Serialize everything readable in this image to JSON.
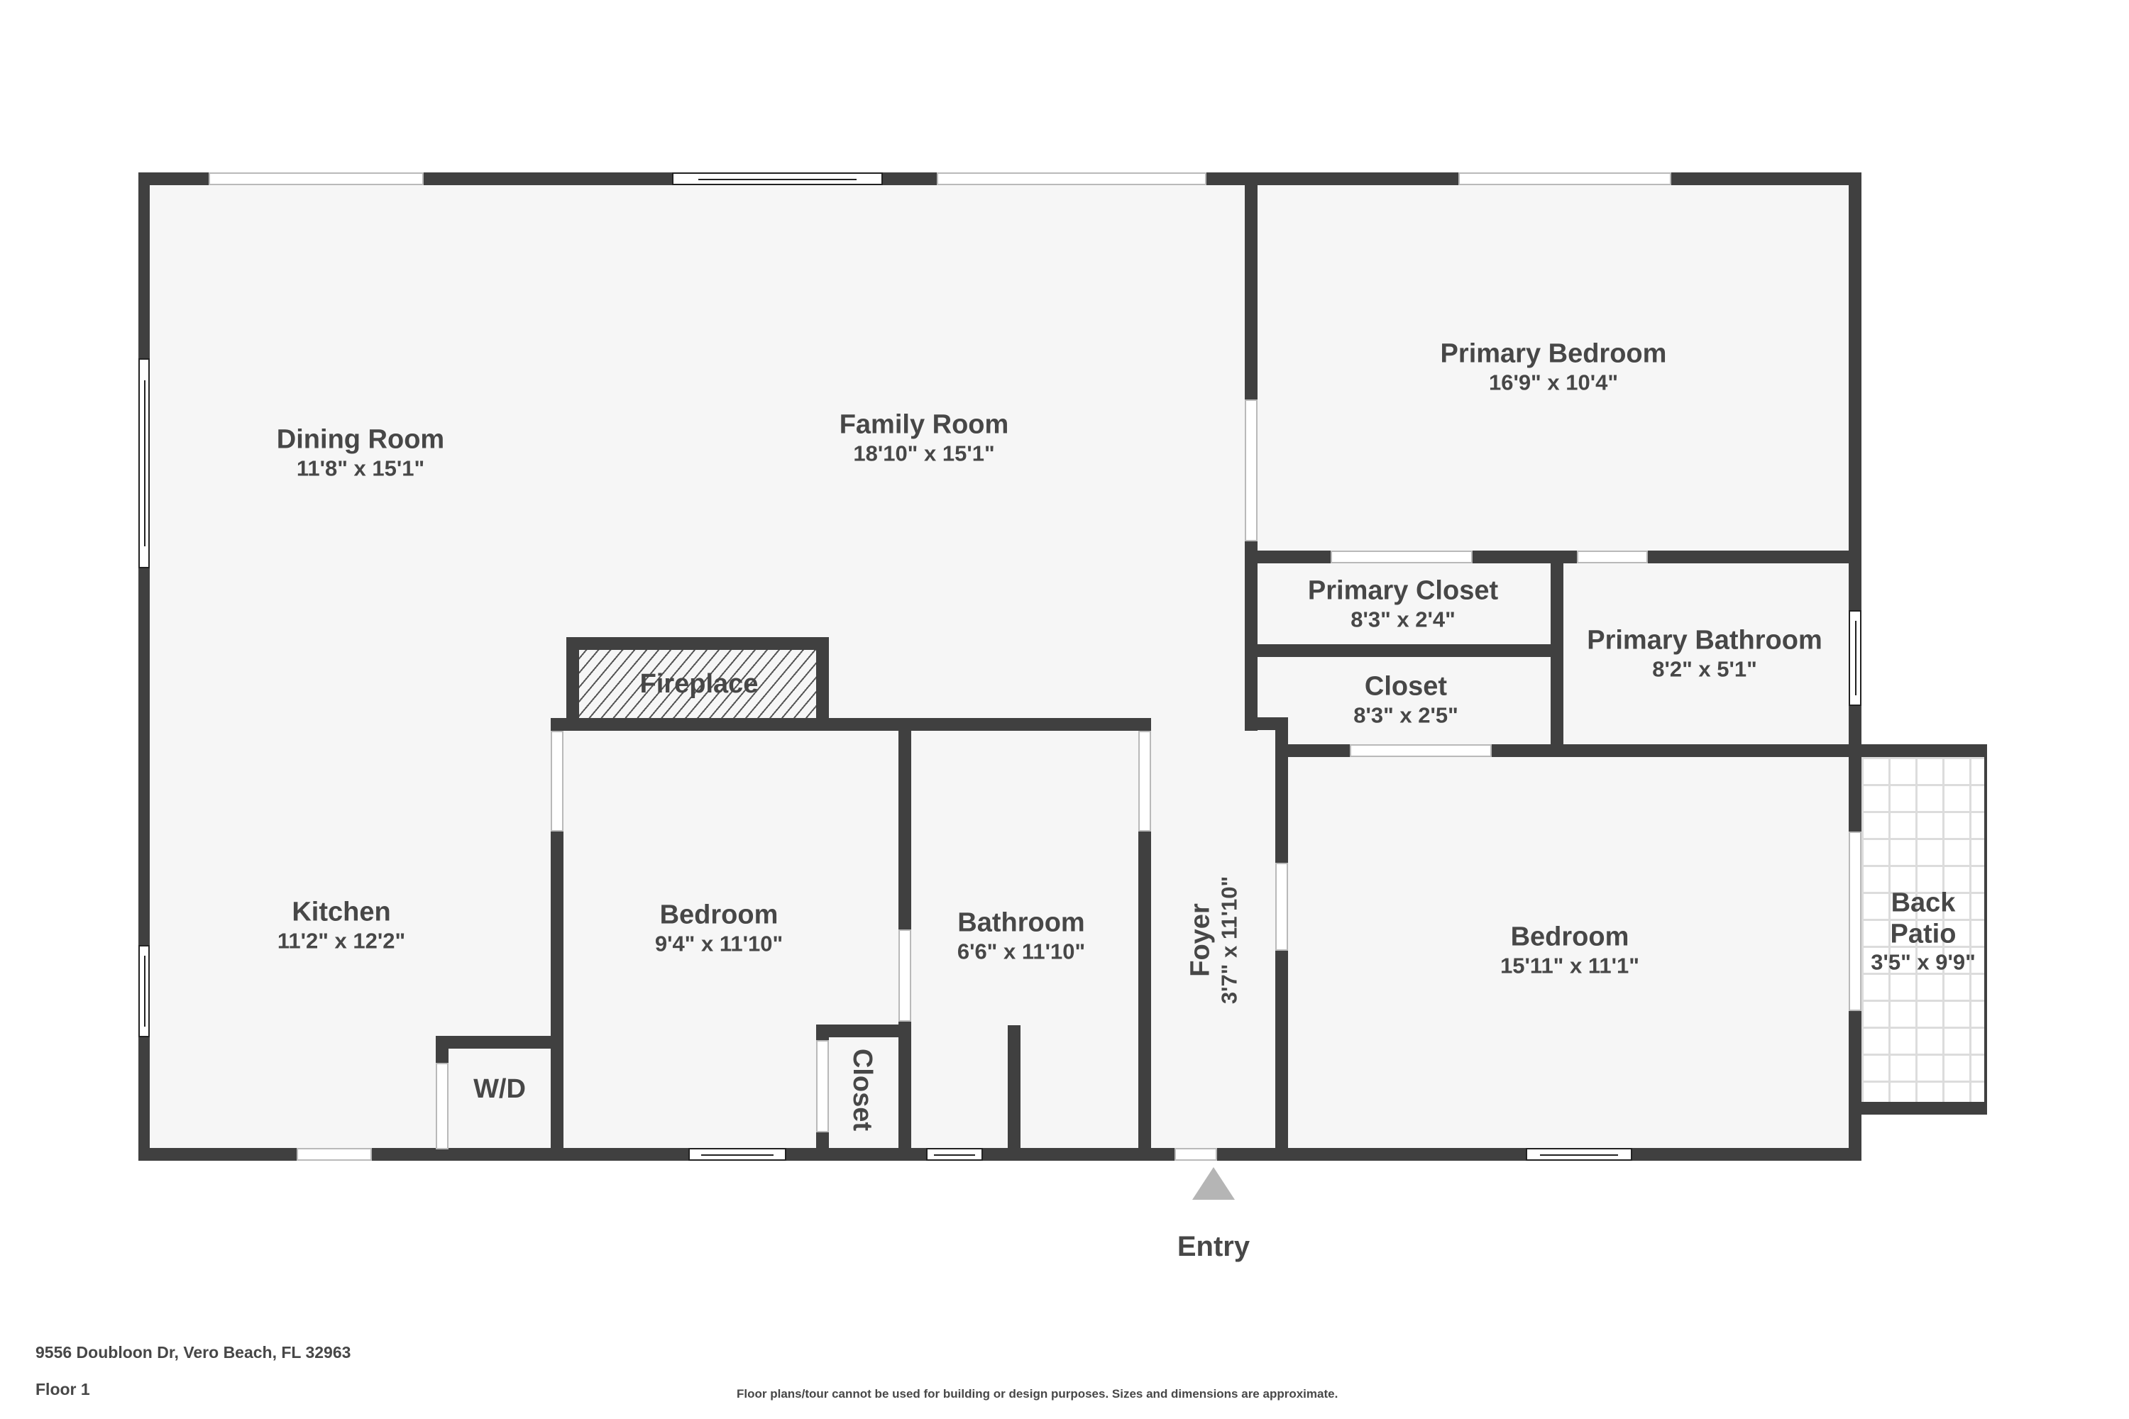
{
  "plan": {
    "address": "9556 Doubloon Dr, Vero Beach, FL 32963",
    "floor_label": "Floor 1",
    "disclaimer": "Floor plans/tour cannot be used for building or design purposes. Sizes and dimensions are approximate.",
    "entry_label": "Entry",
    "colors": {
      "wall": "#404040",
      "floor": "#f6f6f6",
      "text": "#474747",
      "entry_arrow": "#b5b5b5"
    }
  },
  "rooms": {
    "dining_room": {
      "name": "Dining Room",
      "dim": "11'8\" x 15'1\""
    },
    "family_room": {
      "name": "Family Room",
      "dim": "18'10\" x 15'1\""
    },
    "primary_bedroom": {
      "name": "Primary Bedroom",
      "dim": "16'9\" x 10'4\""
    },
    "primary_closet": {
      "name": "Primary Closet",
      "dim": "8'3\" x 2'4\""
    },
    "primary_bathroom": {
      "name": "Primary Bathroom",
      "dim": "8'2\" x 5'1\""
    },
    "closet_hall": {
      "name": "Closet",
      "dim": "8'3\" x 2'5\""
    },
    "fireplace": {
      "name": "Fireplace"
    },
    "kitchen": {
      "name": "Kitchen",
      "dim": "11'2\" x 12'2\""
    },
    "wd": {
      "name": "W/D"
    },
    "bedroom_1": {
      "name": "Bedroom",
      "dim": "9'4\" x 11'10\""
    },
    "bedroom_1_closet": {
      "name": "Closet"
    },
    "bathroom": {
      "name": "Bathroom",
      "dim": "6'6\" x 11'10\""
    },
    "foyer": {
      "name": "Foyer",
      "dim": "3'7\" x 11'10\""
    },
    "bedroom_2": {
      "name": "Bedroom",
      "dim": "15'11\" x 11'1\""
    },
    "back_patio": {
      "name_line1": "Back",
      "name_line2": "Patio",
      "dim": "3'5\" x 9'9\""
    }
  }
}
